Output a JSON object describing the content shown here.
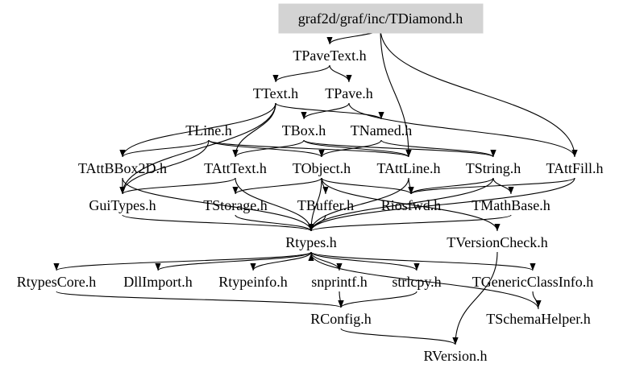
{
  "graph": {
    "root": "graf2d/graf/inc/TDiamond.h",
    "nodes": {
      "tdiamond": "graf2d/graf/inc/TDiamond.h",
      "tpavetext": "TPaveText.h",
      "ttext": "TText.h",
      "tpave": "TPave.h",
      "tline": "TLine.h",
      "tbox": "TBox.h",
      "tnamed": "TNamed.h",
      "tattbbox2d": "TAttBBox2D.h",
      "tatttext": "TAttText.h",
      "tobject": "TObject.h",
      "tattline": "TAttLine.h",
      "tstring": "TString.h",
      "tattfill": "TAttFill.h",
      "guitypes": "GuiTypes.h",
      "tstorage": "TStorage.h",
      "tbuffer": "TBuffer.h",
      "riosfwd": "Riosfwd.h",
      "tmathbase": "TMathBase.h",
      "rtypes": "Rtypes.h",
      "tversioncheck": "TVersionCheck.h",
      "rtypescore": "RtypesCore.h",
      "dllimport": "DllImport.h",
      "rtypeinfo": "Rtypeinfo.h",
      "snprintf": "snprintf.h",
      "strlcpy": "strlcpy.h",
      "tgenericclassinfo": "TGenericClassInfo.h",
      "rconfig": "RConfig.h",
      "tschemahelper": "TSchemaHelper.h",
      "rversion": "RVersion.h"
    },
    "edges": [
      [
        "tdiamond",
        "tpavetext"
      ],
      [
        "tdiamond",
        "tattline"
      ],
      [
        "tdiamond",
        "tattfill"
      ],
      [
        "tpavetext",
        "ttext"
      ],
      [
        "tpavetext",
        "tpave"
      ],
      [
        "ttext",
        "tnamed"
      ],
      [
        "ttext",
        "tatttext"
      ],
      [
        "ttext",
        "tattbbox2d"
      ],
      [
        "ttext",
        "guitypes"
      ],
      [
        "tpave",
        "tbox"
      ],
      [
        "tpave",
        "tattfill"
      ],
      [
        "tline",
        "tattbbox2d"
      ],
      [
        "tline",
        "tobject"
      ],
      [
        "tline",
        "tattline"
      ],
      [
        "tline",
        "guitypes"
      ],
      [
        "tbox",
        "tatttext"
      ],
      [
        "tbox",
        "tstring"
      ],
      [
        "tbox",
        "tattline"
      ],
      [
        "tnamed",
        "tstring"
      ],
      [
        "tnamed",
        "tobject"
      ],
      [
        "tattbbox2d",
        "guitypes"
      ],
      [
        "tattbbox2d",
        "rtypes"
      ],
      [
        "tatttext",
        "rtypes"
      ],
      [
        "tatttext",
        "guitypes"
      ],
      [
        "tobject",
        "tstorage"
      ],
      [
        "tobject",
        "tbuffer"
      ],
      [
        "tobject",
        "riosfwd"
      ],
      [
        "tobject",
        "rtypes"
      ],
      [
        "tobject",
        "tversioncheck"
      ],
      [
        "tattline",
        "rtypes"
      ],
      [
        "tattline",
        "riosfwd"
      ],
      [
        "tstring",
        "tmathbase"
      ],
      [
        "tstring",
        "riosfwd"
      ],
      [
        "tstring",
        "rtypes"
      ],
      [
        "tattfill",
        "rtypes"
      ],
      [
        "tattfill",
        "riosfwd"
      ],
      [
        "guitypes",
        "rtypes"
      ],
      [
        "tstorage",
        "rtypes"
      ],
      [
        "tbuffer",
        "rtypes"
      ],
      [
        "tmathbase",
        "rtypes"
      ],
      [
        "tversioncheck",
        "rversion"
      ],
      [
        "rtypes",
        "rtypescore"
      ],
      [
        "rtypes",
        "dllimport"
      ],
      [
        "rtypes",
        "rtypeinfo"
      ],
      [
        "rtypes",
        "snprintf"
      ],
      [
        "rtypes",
        "strlcpy"
      ],
      [
        "rtypes",
        "tgenericclassinfo"
      ],
      [
        "rtypescore",
        "rconfig"
      ],
      [
        "snprintf",
        "rconfig"
      ],
      [
        "strlcpy",
        "rconfig"
      ],
      [
        "tgenericclassinfo",
        "tschemahelper"
      ],
      [
        "tschemahelper",
        "rtypes"
      ],
      [
        "rconfig",
        "rversion"
      ]
    ]
  }
}
